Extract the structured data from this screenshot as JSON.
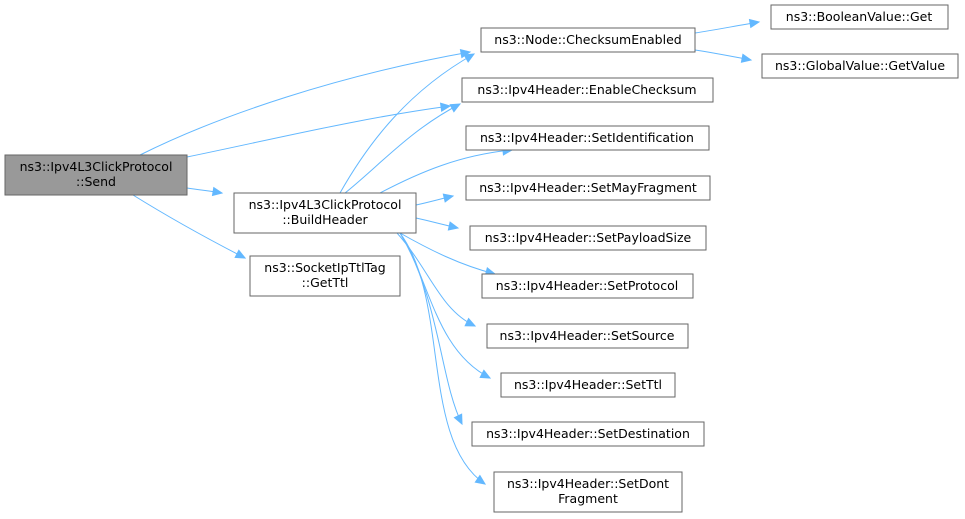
{
  "nodes": {
    "send": [
      "ns3::Ipv4L3ClickProtocol",
      "::Send"
    ],
    "build_header": [
      "ns3::Ipv4L3ClickProtocol",
      "::BuildHeader"
    ],
    "get_ttl": [
      "ns3::SocketIpTtlTag",
      "::GetTtl"
    ],
    "checksum_enabled": [
      "ns3::Node::ChecksumEnabled"
    ],
    "boolean_get": [
      "ns3::BooleanValue::Get"
    ],
    "global_get_value": [
      "ns3::GlobalValue::GetValue"
    ],
    "enable_checksum": [
      "ns3::Ipv4Header::EnableChecksum"
    ],
    "set_identification": [
      "ns3::Ipv4Header::SetIdentification"
    ],
    "set_may_fragment": [
      "ns3::Ipv4Header::SetMayFragment"
    ],
    "set_payload_size": [
      "ns3::Ipv4Header::SetPayloadSize"
    ],
    "set_protocol": [
      "ns3::Ipv4Header::SetProtocol"
    ],
    "set_source": [
      "ns3::Ipv4Header::SetSource"
    ],
    "set_ttl": [
      "ns3::Ipv4Header::SetTtl"
    ],
    "set_destination": [
      "ns3::Ipv4Header::SetDestination"
    ],
    "set_dont_fragment": [
      "ns3::Ipv4Header::SetDont",
      "Fragment"
    ]
  },
  "edges": [
    [
      "send",
      "checksum_enabled"
    ],
    [
      "send",
      "enable_checksum"
    ],
    [
      "send",
      "build_header"
    ],
    [
      "send",
      "get_ttl"
    ],
    [
      "checksum_enabled",
      "boolean_get"
    ],
    [
      "checksum_enabled",
      "global_get_value"
    ],
    [
      "build_header",
      "checksum_enabled"
    ],
    [
      "build_header",
      "enable_checksum"
    ],
    [
      "build_header",
      "set_identification"
    ],
    [
      "build_header",
      "set_may_fragment"
    ],
    [
      "build_header",
      "set_payload_size"
    ],
    [
      "build_header",
      "set_protocol"
    ],
    [
      "build_header",
      "set_source"
    ],
    [
      "build_header",
      "set_ttl"
    ],
    [
      "build_header",
      "set_destination"
    ],
    [
      "build_header",
      "set_dont_fragment"
    ]
  ],
  "colors": {
    "edge": "#63b8ff",
    "root_fill": "#999999",
    "node_fill": "#ffffff",
    "node_border": "#666666"
  }
}
